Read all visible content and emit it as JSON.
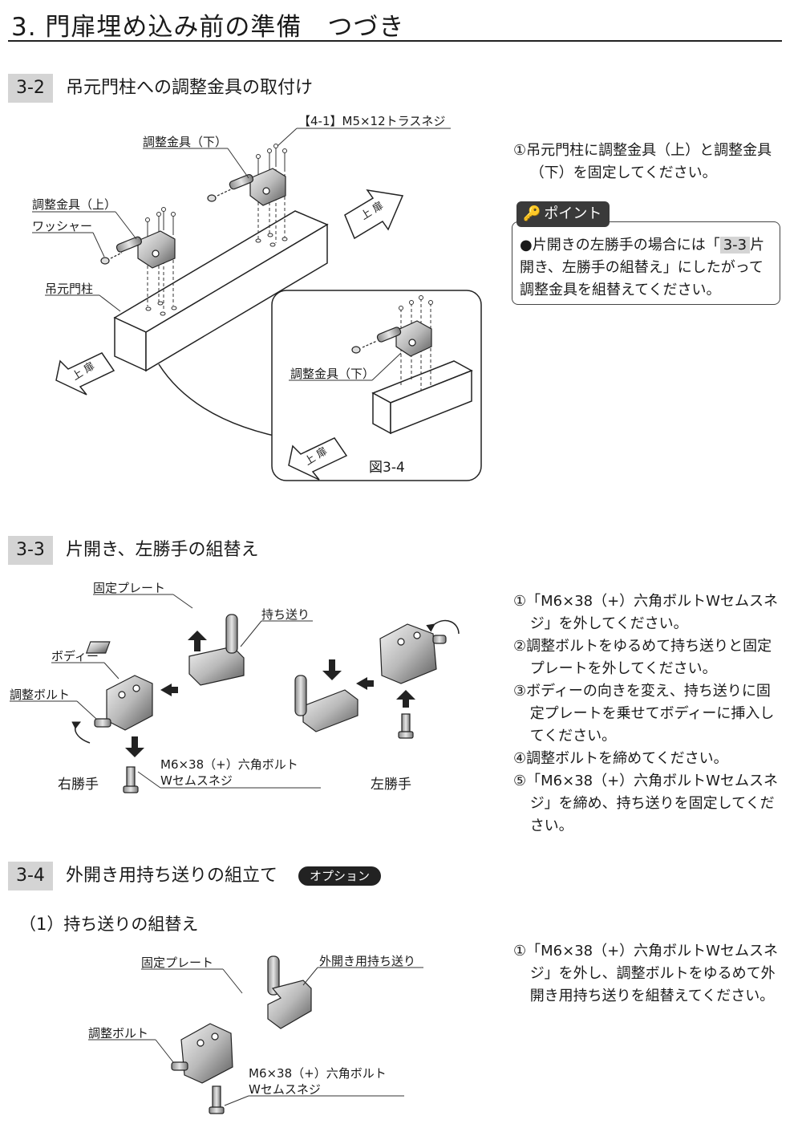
{
  "page": {
    "title": "3. 門扉埋め込み前の準備　つづき"
  },
  "sec_3_2": {
    "num": "3-2",
    "title": "吊元門柱への調整金具の取付け",
    "labels": {
      "screw": "【4-1】M5×12トラスネジ",
      "bracket_lower": "調整金具（下）",
      "bracket_upper": "調整金具（上）",
      "washer": "ワッシャー",
      "post": "吊元門柱",
      "inset_bracket_lower": "調整金具（下）",
      "figure": "図3-4",
      "arrow_text": "上 扉"
    },
    "steps": [
      "①吊元門柱に調整金具（上）と調整金具（下）を固定してください。"
    ],
    "point": {
      "tag": "ポイント",
      "text_before": "●片開きの左勝手の場合には「",
      "ref": "3-3",
      "text_after": "片開き、左勝手の組替え」にしたがって調整金具を組替えてください。"
    }
  },
  "sec_3_3": {
    "num": "3-3",
    "title": "片開き、左勝手の組替え",
    "labels": {
      "fixed_plate": "固定プレート",
      "holder": "持ち送り",
      "body": "ボディー",
      "adjust_bolt": "調整ボルト",
      "bolt_line1": "M6×38（+）六角ボルト",
      "bolt_line2": "Wセムスネジ",
      "right_hand": "右勝手",
      "left_hand": "左勝手"
    },
    "steps": [
      "①「M6×38（+）六角ボルトWセムスネジ」を外してください。",
      "②調整ボルトをゆるめて持ち送りと固定プレートを外してください。",
      "③ボディーの向きを変え、持ち送りに固定プレートを乗せてボディーに挿入してください。",
      "④調整ボルトを締めてください。",
      "⑤「M6×38（+）六角ボルトWセムスネジ」を締め、持ち送りを固定してください。"
    ]
  },
  "sec_3_4": {
    "num": "3-4",
    "title": "外開き用持ち送りの組立て",
    "badge": "オプション",
    "subtitle": "（1）持ち送りの組替え",
    "labels": {
      "fixed_plate": "固定プレート",
      "outer_holder": "外開き用持ち送り",
      "adjust_bolt": "調整ボルト",
      "bolt_line1": "M6×38（+）六角ボルト",
      "bolt_line2": "Wセムスネジ"
    },
    "steps": [
      "①「M6×38（+）六角ボルトWセムスネジ」を外し、調整ボルトをゆるめて外開き用持ち送りを組替えてください。"
    ]
  }
}
